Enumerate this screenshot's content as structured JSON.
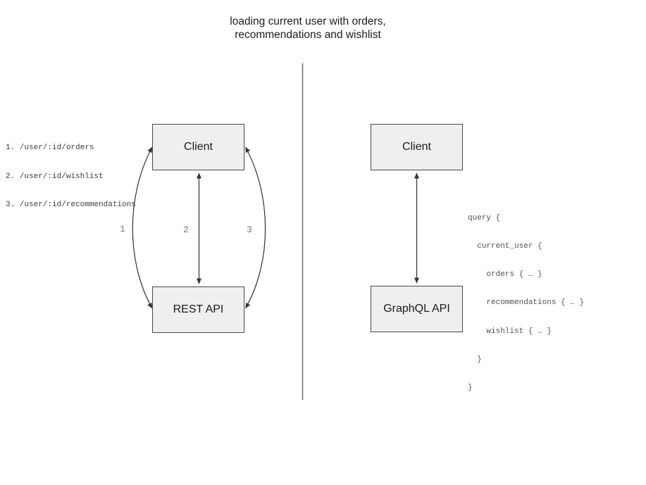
{
  "title": {
    "line1": "loading current user with orders,",
    "line2": "recommendations and wishlist"
  },
  "rest_panel": {
    "client_label": "Client",
    "api_label": "REST API",
    "endpoints": [
      "1. /user/:id/orders",
      "2. /user/:id/wishlist",
      "3. /user/:id/recommendations"
    ],
    "arrow_labels": [
      "1",
      "2",
      "3"
    ]
  },
  "graphql_panel": {
    "client_label": "Client",
    "api_label": "GraphQL API",
    "query_lines": [
      "query {",
      "  current_user {",
      "    orders { … }",
      "    recommendations { … }",
      "    wishlist { … }",
      "  }",
      "}"
    ]
  },
  "colors": {
    "background": "#ffffff",
    "box_fill": "#efefef",
    "box_border": "#4a4a4a",
    "arrow": "#333333",
    "divider": "#666666",
    "arrow_number_text": "#7a7a7a",
    "code_text": "#525252",
    "endpoint_text": "#3d3d3d",
    "title_text": "#1c1c1c"
  }
}
